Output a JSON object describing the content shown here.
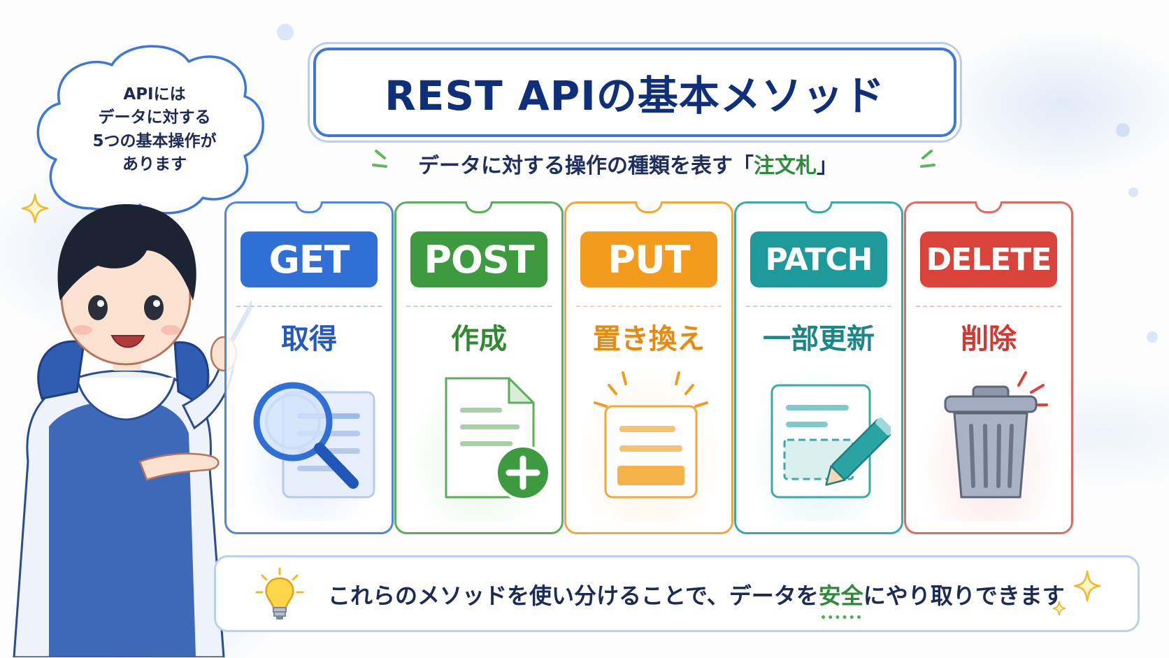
{
  "title": "REST APIの基本メソッド",
  "subtitle": {
    "prefix": "データに対する操作の種類を表す「",
    "keyword": "注文札",
    "suffix": "」"
  },
  "speech_bubble": {
    "lines": [
      "APIには",
      "データに対する",
      "5つの基本操作が",
      "あります"
    ]
  },
  "methods": [
    {
      "name": "GET",
      "meaning": "取得",
      "color": "#2f6fd6",
      "icon": "magnifier-document-icon"
    },
    {
      "name": "POST",
      "meaning": "作成",
      "color": "#3e9a3e",
      "icon": "new-document-plus-icon"
    },
    {
      "name": "PUT",
      "meaning": "置き換え",
      "color": "#f29b1d",
      "icon": "replace-document-icon"
    },
    {
      "name": "PATCH",
      "meaning": "一部更新",
      "color": "#1f9a9a",
      "icon": "edit-document-pencil-icon"
    },
    {
      "name": "DELETE",
      "meaning": "削除",
      "color": "#d9433a",
      "icon": "trash-can-icon"
    }
  ],
  "note": {
    "prefix": "これらのメソッドを使い分けることで、データを",
    "highlight": "安全",
    "suffix": "にやり取りできます",
    "icon": "lightbulb-icon"
  },
  "colors": {
    "title_border": "#3b78d8",
    "title_text": "#0f2f7a",
    "keyword_green": "#2d8a3a"
  }
}
